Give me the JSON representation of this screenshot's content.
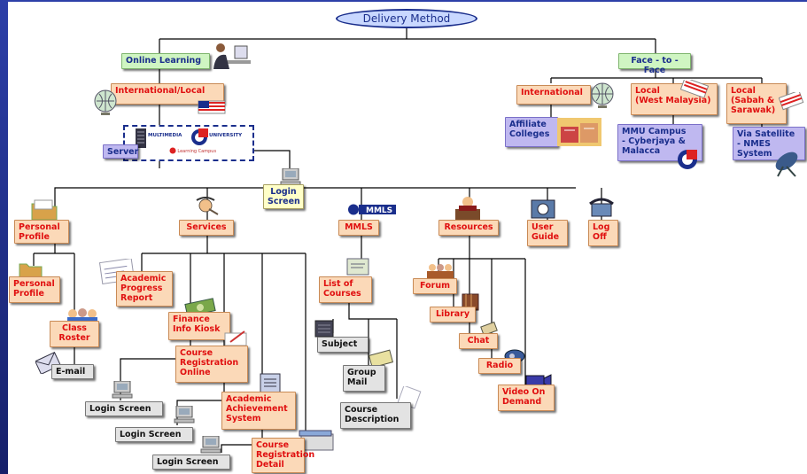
{
  "title": "Delivery Method",
  "branches": {
    "online_learning": "Online Learning",
    "face_to_face": "Face - to - Face"
  },
  "online": {
    "intl_local": "International/Local",
    "server": "Server",
    "logo_text": {
      "left": "MULTIMEDIA",
      "right": "UNIVERSITY",
      "sub": "- Learning Campus"
    },
    "login_screen": "Login\nScreen"
  },
  "f2f": {
    "international": "International",
    "local_west": "Local\n(West Malaysia)",
    "local_sabah": "Local\n(Sabah &\nSarawak)",
    "affiliate": "Affiliate\nColleges",
    "mmu_campus": "MMU Campus\n- Cyberjaya &\nMalacca",
    "satellite": "Via Satellite\n- NMES\nSystem"
  },
  "modules": {
    "personal_profile": "Personal\nProfile",
    "services": "Services",
    "mmls": "MMLS",
    "mmls_logo": "MMLS",
    "resources": "Resources",
    "user_guide": "User\nGuide",
    "log_off": "Log\nOff"
  },
  "profile": {
    "personal_profile": "Personal\nProfile",
    "class_roster": "Class\nRoster",
    "email": "E-mail"
  },
  "services": {
    "academic_progress": "Academic\nProgress\nReport",
    "finance": "Finance\nInfo Kiosk",
    "course_registration": "Course\nRegistration\nOnline",
    "academic_achievement": "Academic\nAchievement\nSystem",
    "course_registration_detail": "Course\nRegistration\nDetail",
    "login1": "Login Screen",
    "login2": "Login Screen",
    "login3": "Login Screen"
  },
  "mmls_items": {
    "list_of_courses": "List of\nCourses",
    "subject": "Subject",
    "group_mail": "Group\nMail",
    "course_description": "Course\nDescription"
  },
  "resources_items": {
    "forum": "Forum",
    "library": "Library",
    "chat": "Chat",
    "radio": "Radio",
    "video": "Video On\nDemand"
  },
  "colors": {
    "background": "#1E2C8C",
    "line": "#000000",
    "orange_fill": "#FBD9B8",
    "orange_text": "#E01010",
    "green_fill": "#CFF5C2",
    "violet_fill": "#BFB8F0",
    "gray_fill": "#E3E3E3",
    "yellow_fill": "#FFFFC8",
    "navy_text": "#1A2E8C"
  },
  "icons": [
    "person-at-computer-icon",
    "globe-icon",
    "flag-icon",
    "server-icon",
    "computer-icon",
    "folder-icon",
    "thinking-person-icon",
    "reading-person-icon",
    "notebook-icon",
    "people-group-icon",
    "mail-icon",
    "document-icon",
    "money-icon",
    "writing-hand-icon",
    "book-stack-icon",
    "ribbon-icon",
    "paper-stack-icon",
    "college-building-icon",
    "university-logo-icon",
    "satellite-dish-icon",
    "telephone-icon",
    "microphone-icon",
    "radio-icon",
    "video-camera-icon"
  ]
}
